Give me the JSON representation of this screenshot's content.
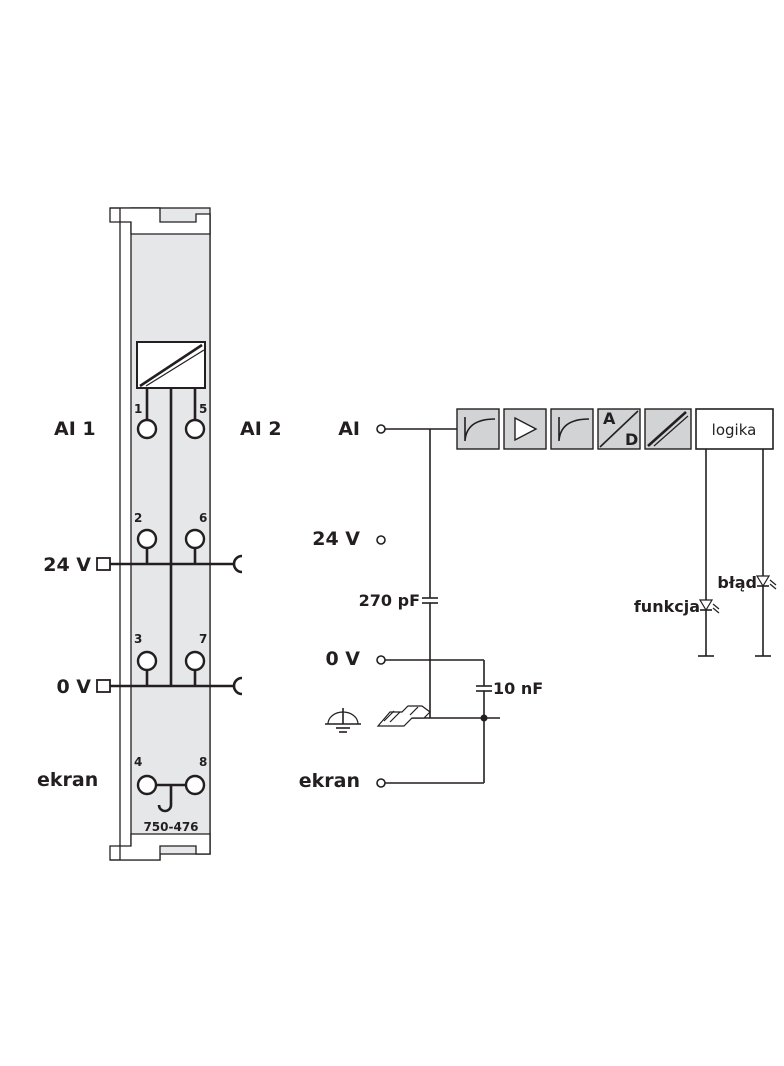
{
  "module": {
    "part_number": "750-476",
    "terminals": [
      {
        "number": "1"
      },
      {
        "number": "5"
      },
      {
        "number": "2"
      },
      {
        "number": "6"
      },
      {
        "number": "3"
      },
      {
        "number": "7"
      },
      {
        "number": "4"
      },
      {
        "number": "8"
      }
    ],
    "labels": {
      "ai1": "AI 1",
      "ai2": "AI 2",
      "v24": "24 V",
      "v0": "0 V",
      "shield": "ekran"
    }
  },
  "schematic": {
    "inputs": {
      "ai": "AI",
      "v24": "24 V",
      "v0": "0 V",
      "shield": "ekran"
    },
    "capacitors": {
      "c1": "270 pF",
      "c2": "10 nF"
    },
    "blocks": {
      "ad_top": "A",
      "ad_bottom": "D",
      "logic": "logika"
    },
    "leds": {
      "function": "funkcja",
      "error": "błąd"
    }
  },
  "colors": {
    "line": "#231f20",
    "module_fill": "#e6e7e8",
    "block_fill": "#d1d3d4",
    "background": "#ffffff"
  }
}
